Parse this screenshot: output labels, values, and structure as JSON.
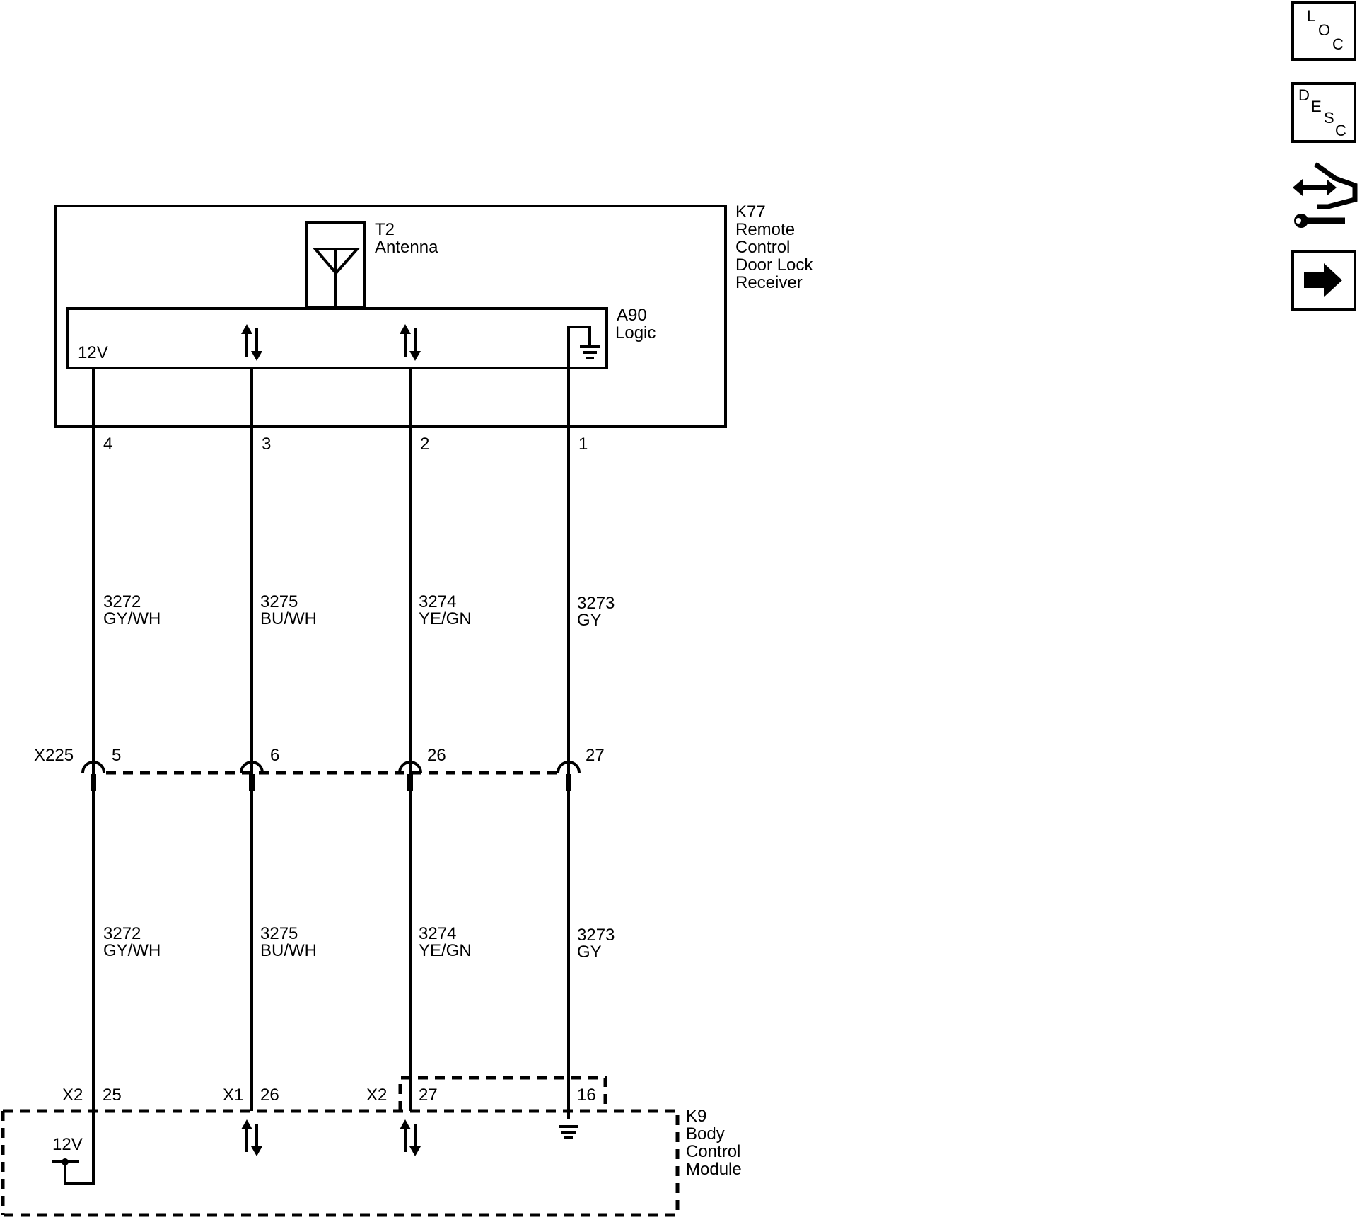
{
  "k77": {
    "id": "K77",
    "line1": "Remote",
    "line2": "Control",
    "line3": "Door Lock",
    "line4": "Receiver"
  },
  "t2": {
    "id": "T2",
    "name": "Antenna"
  },
  "a90": {
    "id": "A90",
    "name": "Logic",
    "supply": "12V"
  },
  "k9": {
    "id": "K9",
    "line1": "Body",
    "line2": "Control",
    "line3": "Module",
    "supply": "12V"
  },
  "x225": {
    "id": "X225"
  },
  "wires": [
    {
      "pin_top": "4",
      "circuit": "3272",
      "color": "GY/WH",
      "x225_pin": "5",
      "conn": "X2",
      "k9_pin": "25"
    },
    {
      "pin_top": "3",
      "circuit": "3275",
      "color": "BU/WH",
      "x225_pin": "6",
      "conn": "X1",
      "k9_pin": "26"
    },
    {
      "pin_top": "2",
      "circuit": "3274",
      "color": "YE/GN",
      "x225_pin": "26",
      "conn": "X2",
      "k9_pin": "27"
    },
    {
      "pin_top": "1",
      "circuit": "3273",
      "color": "GY",
      "x225_pin": "27",
      "conn": "",
      "k9_pin": "16"
    }
  ],
  "sidebar": {
    "loc": {
      "l": "L",
      "o": "O",
      "c": "C"
    },
    "desc": {
      "d": "D",
      "e": "E",
      "s": "S",
      "c": "C"
    },
    "icon_connector": "connector-tool-icon",
    "icon_next": "next-arrow-icon"
  }
}
